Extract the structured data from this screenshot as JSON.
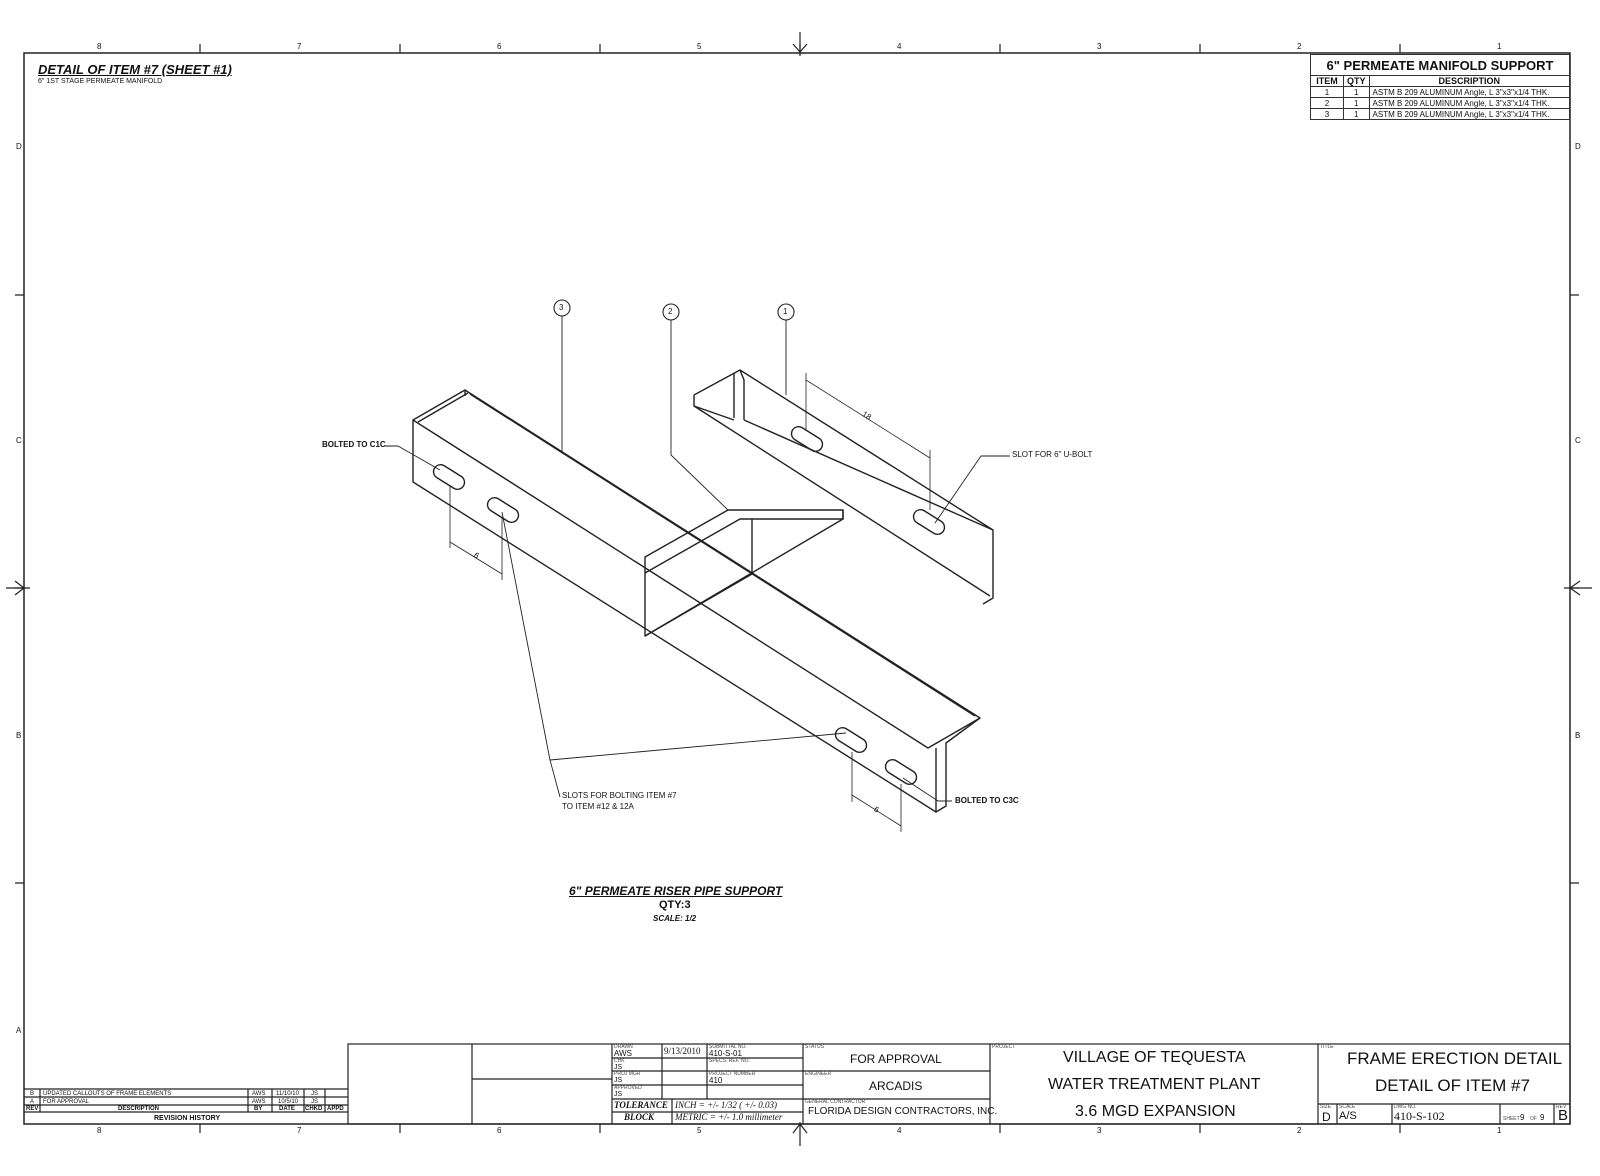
{
  "header": {
    "title": "DETAIL OF ITEM #7 (SHEET #1)",
    "subtitle": "6\" 1ST STAGE PERMEATE MANIFOLD"
  },
  "zones": {
    "columns": [
      "8",
      "7",
      "6",
      "5",
      "4",
      "3",
      "2",
      "1"
    ],
    "rows": [
      "D",
      "C",
      "B",
      "A"
    ]
  },
  "bom": {
    "title": "6\" PERMEATE MANIFOLD SUPPORT",
    "headers": [
      "ITEM",
      "QTY",
      "DESCRIPTION"
    ],
    "rows": [
      {
        "item": "1",
        "qty": "1",
        "desc": "ASTM B 209 ALUMINUM Angle, L 3\"x3\"x1/4 THK."
      },
      {
        "item": "2",
        "qty": "1",
        "desc": "ASTM B 209 ALUMINUM Angle, L 3\"x3\"x1/4 THK."
      },
      {
        "item": "3",
        "qty": "1",
        "desc": "ASTM B 209 ALUMINUM Angle, L 3\"x3\"x1/4 THK."
      }
    ]
  },
  "balloons": [
    "3",
    "2",
    "1"
  ],
  "callouts": {
    "bolted_c1c": "BOLTED TO C1C",
    "slot_ubolt": "SLOT FOR 6\" U-BOLT",
    "slots_line1": "SLOTS FOR BOLTING ITEM #7",
    "slots_line2": "TO ITEM #12 & 12A",
    "bolted_c3c": "BOLTED TO C3C",
    "dim_top": "18",
    "dim_left": "6",
    "dim_right": "6"
  },
  "view": {
    "title": "6\" PERMEATE RISER PIPE SUPPORT",
    "qty": "QTY:3",
    "scale": "SCALE: 1/2"
  },
  "revisions": {
    "rows": [
      {
        "rev": "B",
        "desc": "UPDATED CALLOUTS OF FRAME ELEMENTS",
        "by": "AWS",
        "date": "11/10/10",
        "chkd": "JS",
        "appd": ""
      },
      {
        "rev": "A",
        "desc": "FOR APPROVAL",
        "by": "AWS",
        "date": "10/5/10",
        "chkd": "JS",
        "appd": ""
      }
    ],
    "headers": [
      "REV",
      "DESCRIPTION",
      "BY",
      "DATE",
      "CHKD",
      "APPD"
    ],
    "footer": "REVISION HISTORY"
  },
  "title_block": {
    "drawn_label": "DRAWN",
    "drawn": "AWS",
    "date": "9/13/2010",
    "submittal_label": "SUBMITTAL NO.",
    "submittal": "410-S-01",
    "chk_label": "CHK",
    "chk": "JS",
    "specs_label": "SPECS. REF. NO.",
    "projmgr_label": "PROJ MGR",
    "projmgr": "JS",
    "project_number_label": "PROJECT NUMBER",
    "project_number": "410",
    "approved_label": "APPROVED",
    "approved": "JS",
    "tolerance_1": "TOLERANCE",
    "tolerance_2": "BLOCK",
    "inch": "INCH = +/- 1/32 ( +/- 0.03)",
    "metric": "METRIC = +/- 1.0 millimeter",
    "status_label": "STATUS",
    "status": "FOR APPROVAL",
    "engineer_label": "ENGINEER",
    "engineer": "ARCADIS",
    "contractor_label": "GENERAL CONTRACTOR",
    "contractor": "FLORIDA DESIGN CONTRACTORS, INC.",
    "project_label": "PROJECT",
    "project_1": "VILLAGE OF TEQUESTA",
    "project_2": "WATER TREATMENT PLANT",
    "project_3": "3.6 MGD EXPANSION",
    "title_label": "TITLE",
    "title_1": "FRAME ERECTION DETAIL",
    "title_2": "DETAIL OF ITEM #7",
    "size_label": "SIZE",
    "size": "D",
    "scale_label": "SCALE",
    "scale": "A/S",
    "dwg_label": "DWG NO.",
    "dwg": "410-S-102",
    "sheet_label": "SHEET",
    "sheet": "9",
    "of_label": "OF",
    "of": "9",
    "rev_label": "REV",
    "rev": "B"
  }
}
